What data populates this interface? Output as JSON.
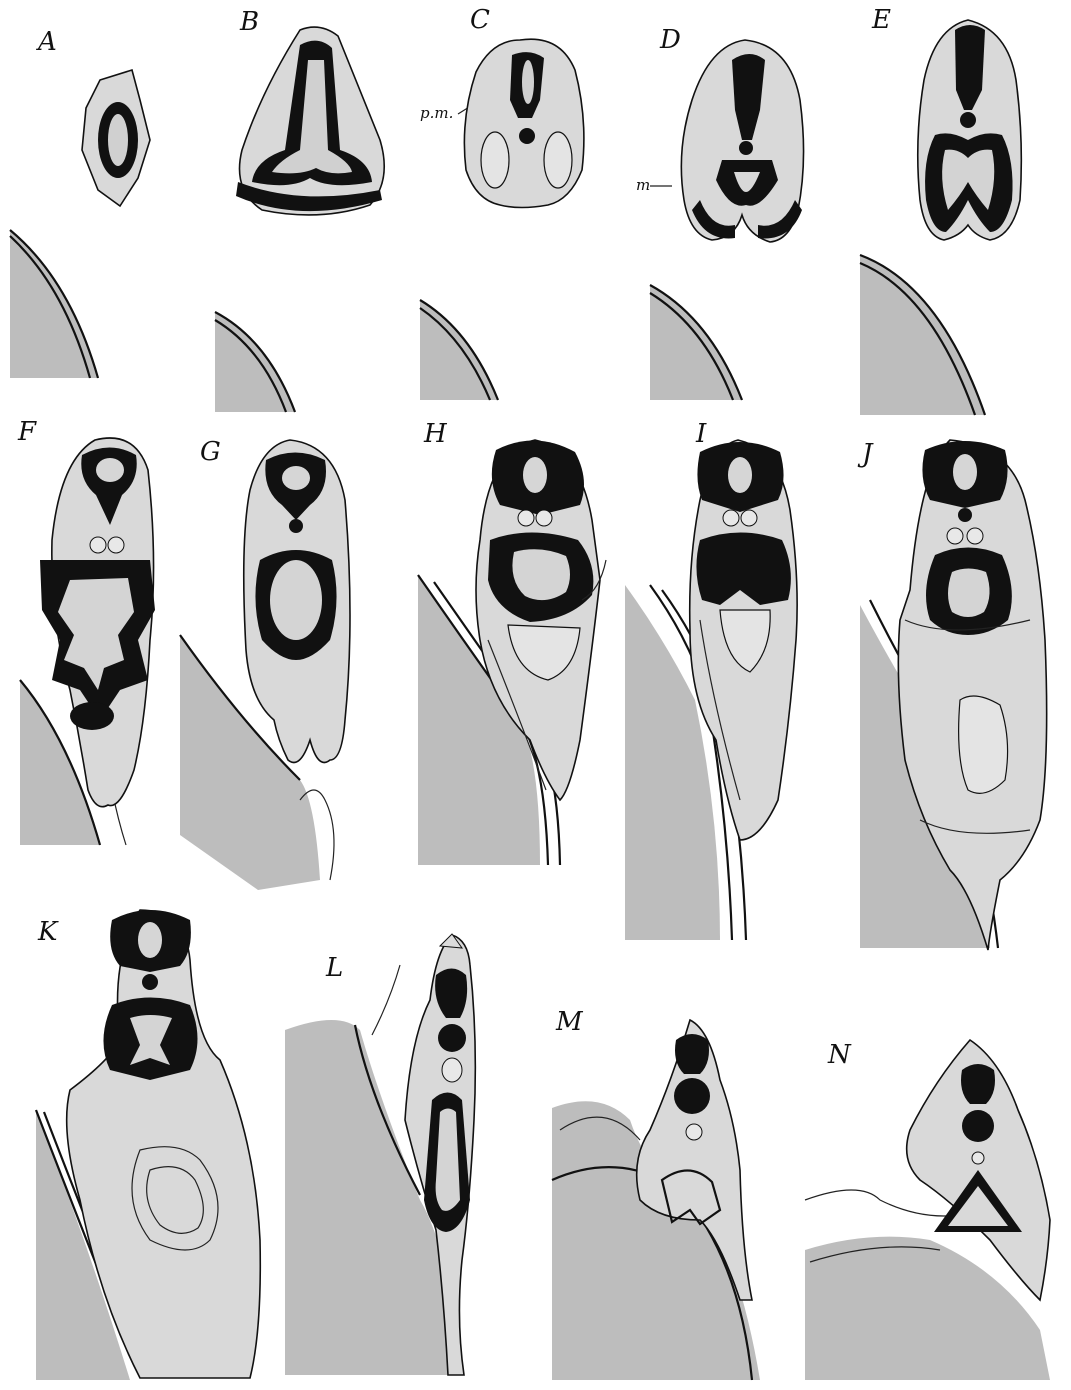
{
  "figure": {
    "panels": [
      {
        "id": "A",
        "label": "A"
      },
      {
        "id": "B",
        "label": "B"
      },
      {
        "id": "C",
        "label": "C"
      },
      {
        "id": "D",
        "label": "D"
      },
      {
        "id": "E",
        "label": "E"
      },
      {
        "id": "F",
        "label": "F"
      },
      {
        "id": "G",
        "label": "G"
      },
      {
        "id": "H",
        "label": "H"
      },
      {
        "id": "I",
        "label": "I"
      },
      {
        "id": "J",
        "label": "J"
      },
      {
        "id": "K",
        "label": "K"
      },
      {
        "id": "L",
        "label": "L"
      },
      {
        "id": "M",
        "label": "M"
      },
      {
        "id": "N",
        "label": "N"
      }
    ],
    "annotations": {
      "pm": "p.m.",
      "m": "m"
    },
    "colors": {
      "ink": "#111111",
      "tissue": "#c9c9c9",
      "yolk": "#bdbdbd",
      "background": "#ffffff"
    }
  }
}
